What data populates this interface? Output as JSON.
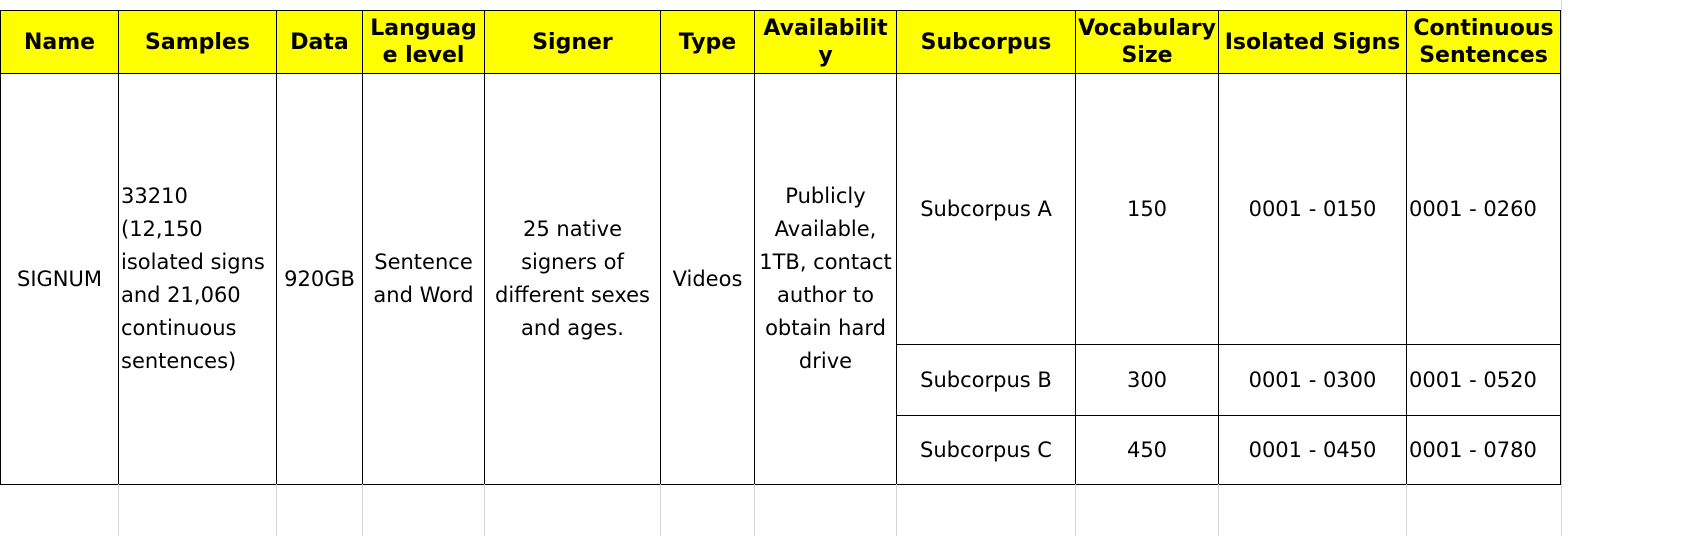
{
  "headers": {
    "name": "Name",
    "samples": "Samples",
    "data": "Data",
    "language_level": "Language level",
    "signer": "Signer",
    "type": "Type",
    "availability": "Availability",
    "subcorpus": "Subcorpus",
    "vocabulary_size": "Vocabulary Size",
    "isolated_signs": "Isolated Signs",
    "continuous_sentences": "Continuous Sentences"
  },
  "row": {
    "name": "SIGNUM",
    "samples": "33210 (12,150 isolated signs and 21,060 continuous sentences)",
    "data": "920GB",
    "language_level": "Sentence and Word",
    "signer": "25 native signers of different sexes and ages.",
    "type": "Videos",
    "availability": "Publicly Available, 1TB, contact author to obtain hard drive"
  },
  "subcorpora": [
    {
      "subcorpus": "Subcorpus A",
      "vocabulary_size": "150",
      "isolated_signs": "0001 - 0150",
      "continuous_sentences": "0001 - 0260"
    },
    {
      "subcorpus": "Subcorpus B",
      "vocabulary_size": "300",
      "isolated_signs": "0001 - 0300",
      "continuous_sentences": "0001 - 0520"
    },
    {
      "subcorpus": "Subcorpus C",
      "vocabulary_size": "450",
      "isolated_signs": "0001 - 0450",
      "continuous_sentences": "0001 - 0780"
    }
  ],
  "colors": {
    "header_bg": "#ffff00",
    "border": "#000000",
    "gridline": "#d4d4d4"
  }
}
